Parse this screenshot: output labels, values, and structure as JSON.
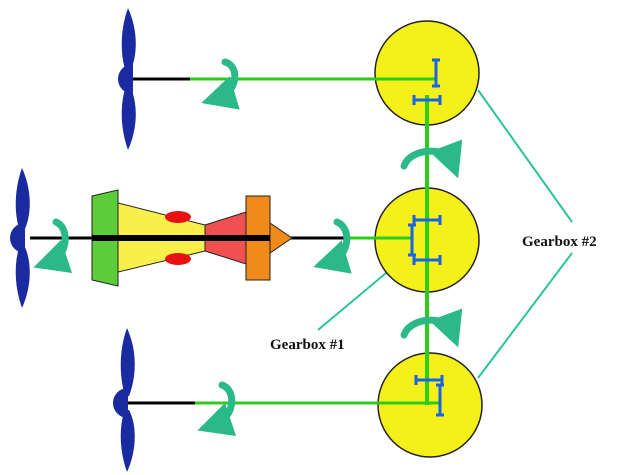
{
  "labels": {
    "gearbox1": "Gearbox #1",
    "gearbox2": "Gearbox #2"
  },
  "colors": {
    "shaft": "#2ecc1a",
    "gearbox_fill": "#f5f01a",
    "gear": "#1565e8",
    "leader": "#2bc49a",
    "rotation_arrow": "#2bb98a",
    "propeller": "#1a2aa0",
    "engine_inlet": "#5dcc3a",
    "engine_compressor": "#f8f04a",
    "engine_turbine": "#f05050",
    "engine_nozzle": "#f08a1a",
    "engine_combustor": "#e81010"
  },
  "components": {
    "propellers": [
      "top-propeller",
      "middle-propeller",
      "bottom-propeller"
    ],
    "gearboxes": [
      "top-gearbox",
      "middle-gearbox",
      "bottom-gearbox"
    ],
    "engine": "turbine-engine"
  }
}
